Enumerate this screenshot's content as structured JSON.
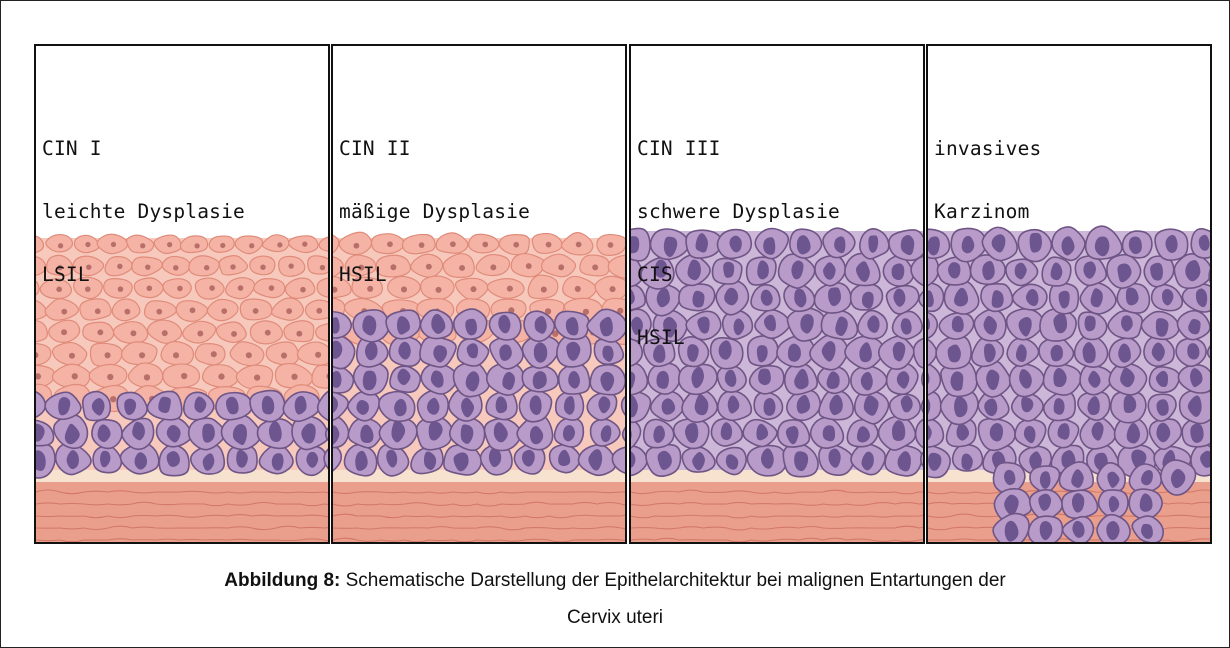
{
  "panels": [
    {
      "id": "cin1",
      "lines": [
        "CIN I",
        "leichte Dysplasie",
        "LSIL"
      ],
      "abnormal_fraction": 0.33,
      "invasive": false
    },
    {
      "id": "cin2",
      "lines": [
        "CIN II",
        "mäßige Dysplasie",
        "HSIL"
      ],
      "abnormal_fraction": 0.6,
      "invasive": false
    },
    {
      "id": "cin3",
      "lines": [
        "CIN III",
        "schwere Dysplasie",
        "CIS",
        "HSIL"
      ],
      "abnormal_fraction": 1.0,
      "invasive": false
    },
    {
      "id": "invasive",
      "lines": [
        "invasives",
        "Karzinom"
      ],
      "abnormal_fraction": 1.0,
      "invasive": true
    }
  ],
  "caption": {
    "bold": "Abbildung 8:",
    "line1": " Schematische Darstellung der Epithelarchitektur bei malignen Entartungen der",
    "line2": "Cervix uteri"
  },
  "colors": {
    "normal_cell": "#f4b3a5",
    "normal_cell_edge": "#e08b7a",
    "abnormal_cell": "#b89bc8",
    "abnormal_cell_edge": "#6e5585",
    "nucleus": "#6d5590",
    "membrane": "#f7e1cf",
    "stroma": "#ea9f8c",
    "stroma_line": "#c9685a"
  }
}
